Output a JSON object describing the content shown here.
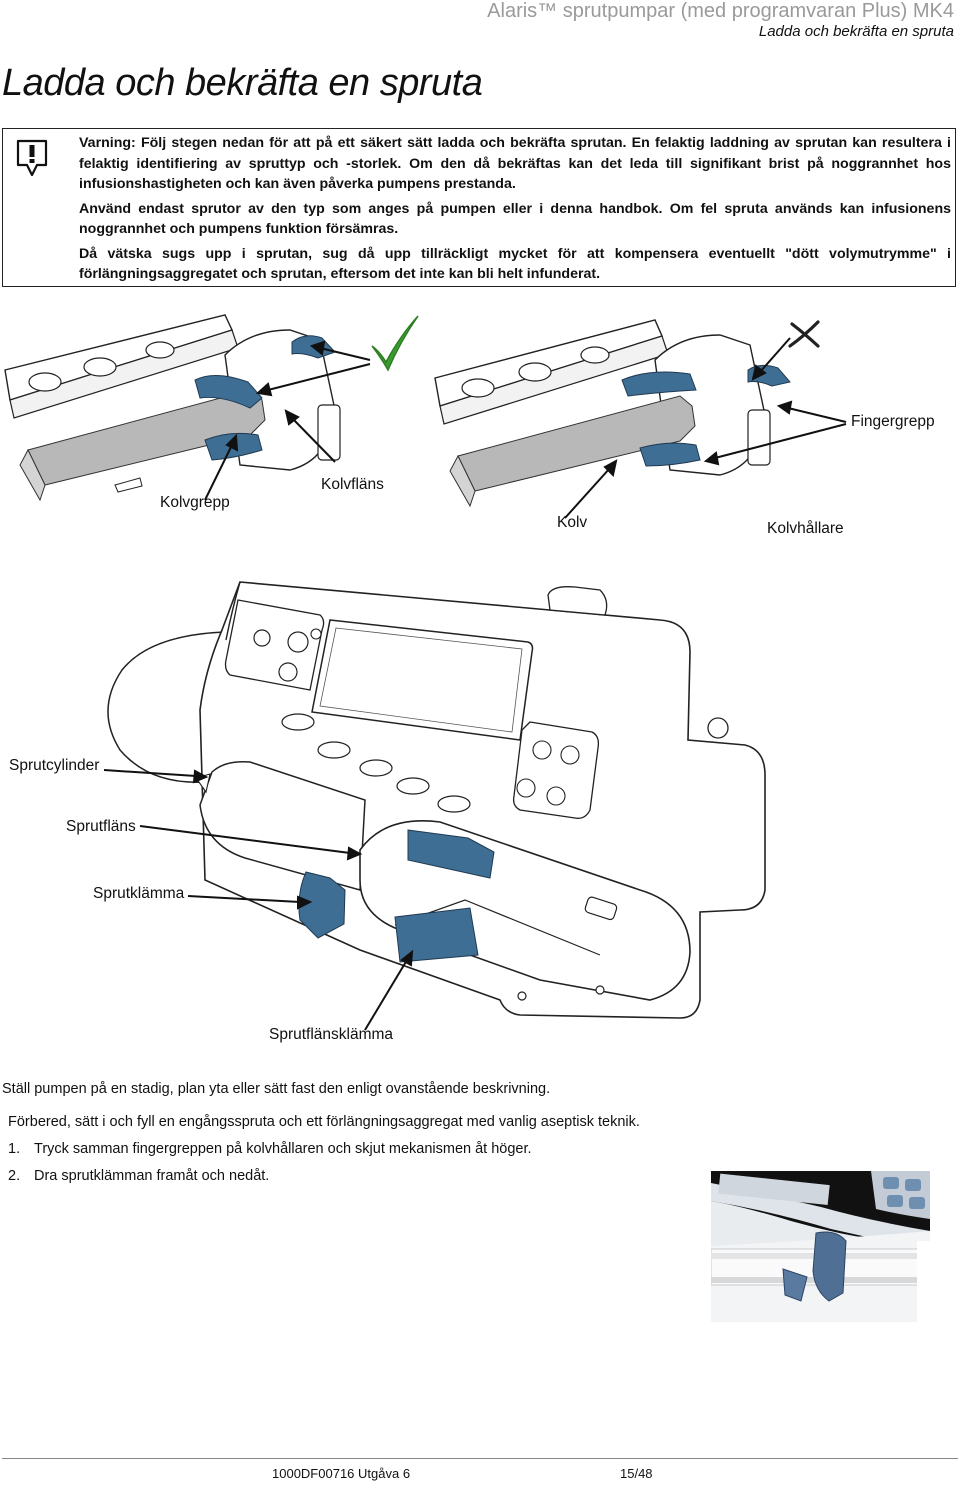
{
  "header": {
    "product": "Alaris™ sprutpumpar (med programvaran Plus) MK4",
    "section": "Ladda och bekräfta en spruta"
  },
  "page_title": "Ladda och bekräfta en spruta",
  "warning": {
    "icon": "warning-icon",
    "paragraphs": [
      "Varning: Följ stegen nedan för att på ett säkert sätt ladda och bekräfta sprutan. En felaktig laddning av sprutan kan resultera i felaktig identifiering av spruttyp och -storlek. Om den då bekräftas kan det leda till signifikant brist på noggrannhet hos infusionshastigheten och kan även påverka pumpens prestanda.",
      "Använd endast sprutor av den typ som anges på pumpen eller i denna handbok. Om fel spruta används kan infusionens noggrannhet och pumpens funktion försämras.",
      "Då vätska sugs upp i sprutan, sug då upp tillräckligt mycket för att kompensera eventuellt \"dött volymutrymme\" i förlängningsaggregatet och sprutan, eftersom det inte kan bli helt infunderat."
    ]
  },
  "figure1": {
    "labels": {
      "fingergrepp": "Fingergrepp",
      "kolvgrepp": "Kolvgrepp",
      "kolvflans": "Kolvfläns",
      "kolv": "Kolv",
      "kolvhallare": "Kolvhållare"
    },
    "correct_icon": "checkmark-icon",
    "wrong_icon": "cross-icon",
    "accent_color": "#3f6e94"
  },
  "figure2": {
    "labels": {
      "sprutcylinder": "Sprutcylinder",
      "sprutflans": "Sprutfläns",
      "sprutklamma": "Sprutklämma",
      "sprutflansklamma": "Sprutflänsklämma"
    }
  },
  "body": {
    "intro1": "Ställ pumpen på en stadig, plan yta eller sätt fast den enligt ovanstående beskrivning.",
    "intro2": "Förbered, sätt i och fyll en engångsspruta och ett förlängningsaggregat med vanlig aseptisk teknik.",
    "steps": [
      {
        "num": "1.",
        "text": "Tryck samman fingergreppen på kolvhållaren och skjut mekanismen åt höger."
      },
      {
        "num": "2.",
        "text": "Dra sprutklämman framåt och nedåt."
      }
    ]
  },
  "footer": {
    "doc": "1000DF00716 Utgåva 6",
    "page": "15/48"
  }
}
